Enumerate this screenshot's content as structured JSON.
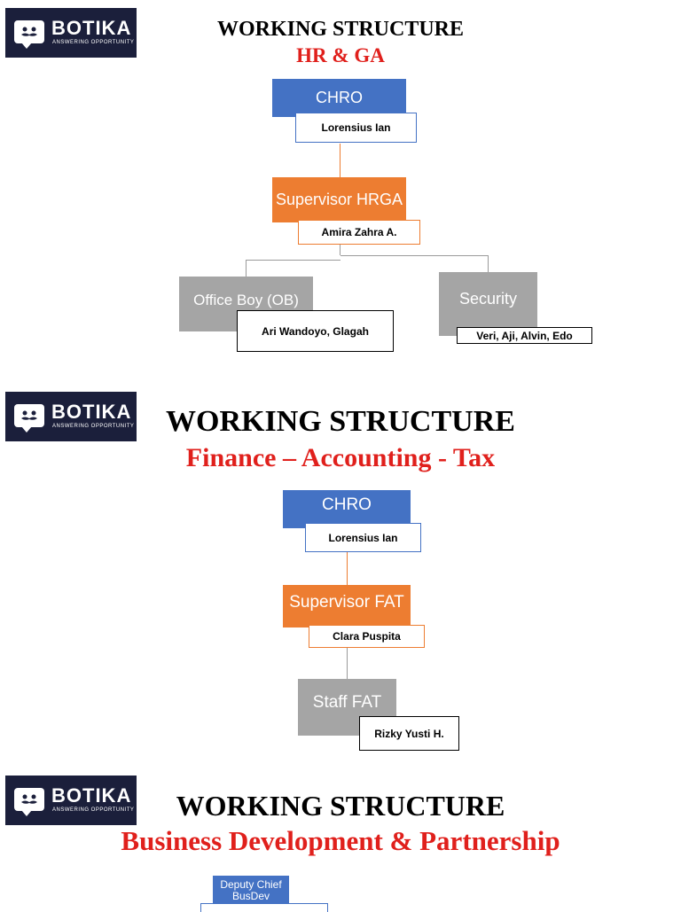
{
  "logo": {
    "name": "BOTIKA",
    "tagline": "ANSWERING OPPORTUNITY"
  },
  "sections": [
    {
      "title": "WORKING STRUCTURE",
      "subtitle": "HR & GA",
      "roles": [
        {
          "role": "CHRO",
          "person": "Lorensius Ian"
        },
        {
          "role": "Supervisor HRGA",
          "person": "Amira Zahra A."
        },
        {
          "role": "Office Boy (OB)",
          "person": "Ari Wandoyo, Glagah"
        },
        {
          "role": "Security",
          "person": "Veri, Aji, Alvin, Edo"
        }
      ]
    },
    {
      "title": "WORKING STRUCTURE",
      "subtitle": "Finance – Accounting - Tax",
      "roles": [
        {
          "role": "CHRO",
          "person": "Lorensius Ian"
        },
        {
          "role": "Supervisor FAT",
          "person": "Clara Puspita"
        },
        {
          "role": "Staff FAT",
          "person": "Rizky Yusti H."
        }
      ]
    },
    {
      "title": "WORKING STRUCTURE",
      "subtitle": "Business Development & Partnership",
      "roles": [
        {
          "role": "Deputy Chief BusDev",
          "person": ""
        }
      ]
    }
  ],
  "colors": {
    "executive": "#4472c4",
    "supervisor": "#ed7d31",
    "staff": "#a5a5a5",
    "subtitle": "#e0201c",
    "logo_bg": "#1b1f3b"
  }
}
